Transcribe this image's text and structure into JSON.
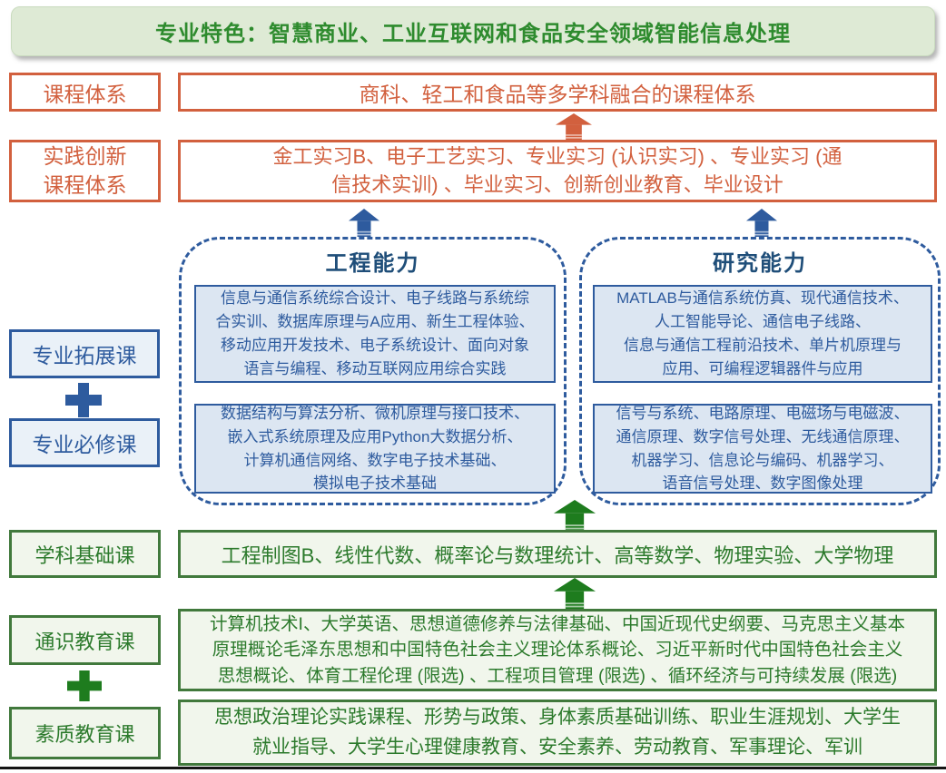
{
  "title": "专业特色：智慧商业、工业互联网和食品安全领域智能信息处理",
  "colors": {
    "red_accent": "#D2603E",
    "blue_accent": "#2E5B9E",
    "blue_dark": "#1F4E79",
    "green_accent": "#2C7A2C",
    "green_arrow": "#1E7C1E",
    "title_text": "#2E8B2E",
    "title_bg": "#DEEAD5",
    "inner_blue_bg": "#DCE6F2",
    "green_bg": "#F1F6EC"
  },
  "rows": {
    "curriculum": {
      "label": "课程体系",
      "content": "商科、轻工和食品等多学科融合的课程体系"
    },
    "practice": {
      "label": "实践创新\n课程体系",
      "content": "金工实习B、电子工艺实习、专业实习 (认识实习) 、专业实习 (通\n信技术实训) 、毕业实习、创新创业教育、毕业设计"
    },
    "subject": {
      "label": "学科基础课",
      "content": "工程制图B、线性代数、概率论与数理统计、高等数学、物理实验、大学物理"
    },
    "general": {
      "label": "通识教育课",
      "content": "计算机技术I、大学英语、思想道德修养与法律基础、中国近现代史纲要、马克思主义基本\n原理概论毛泽东思想和中国特色社会主义理论体系概论、习近平新时代中国特色社会主义\n思想概论、体育工程伦理 (限选) 、工程项目管理 (限选) 、循环经济与可持续发展 (限选)"
    },
    "quality": {
      "label": "素质教育课",
      "content": "思想政治理论实践课程、形势与政策、身体素质基础训练、职业生涯规划、大学生\n就业指导、大学生心理健康教育、安全素养、劳动教育、军事理论、军训"
    }
  },
  "side": {
    "expansion": "专业拓展课",
    "required": "专业必修课"
  },
  "capabilities": {
    "engineering": {
      "title": "工程能力",
      "box1": "信息与通信系统综合设计、电子线路与系统综\n合实训、数据库原理与A应用、新生工程体验、\n移动应用开发技术、电子系统设计、面向对象\n语言与编程、移动互联网应用综合实践",
      "box2": "数据结构与算法分析、微机原理与接口技术、\n嵌入式系统原理及应用Python大数据分析、\n计算机通信网络、数字电子技术基础、\n模拟电子技术基础"
    },
    "research": {
      "title": "研究能力",
      "box1": "MATLAB与通信系统仿真、现代通信技术、\n人工智能导论、通信电子线路、\n信息与通信工程前沿技术、单片机原理与\n应用、可编程逻辑器件与应用",
      "box2": "信号与系统、电路原理、电磁场与电磁波、\n通信原理、数字信号处理、无线通信原理、\n机器学习、信息论与编码、机器学习、\n语音信号处理、数字图像处理"
    }
  }
}
